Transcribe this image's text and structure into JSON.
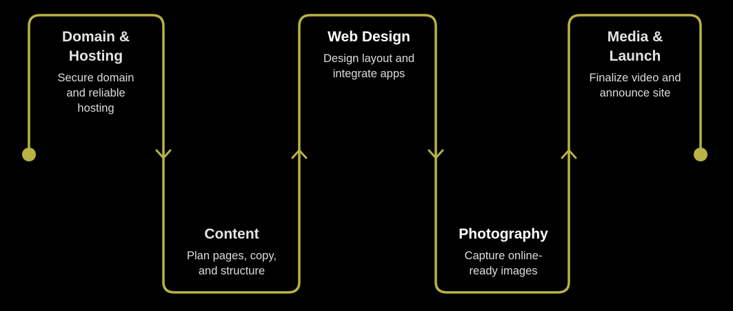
{
  "colors": {
    "path": "#b9b244",
    "background": "#000000",
    "text": "#e4e4e4"
  },
  "steps": [
    {
      "title": "Domain &\nHosting",
      "title_l1": "Domain &",
      "title_l2": "Hosting",
      "desc": [
        "Secure domain",
        "and reliable",
        "hosting"
      ]
    },
    {
      "title_l1": "Content",
      "desc": [
        "Plan pages, copy,",
        "and structure"
      ]
    },
    {
      "title_l1": "Web Design",
      "desc": [
        "Design layout and",
        "integrate apps"
      ]
    },
    {
      "title_l1": "Photography",
      "desc": [
        "Capture online-",
        "ready images"
      ]
    },
    {
      "title_l1": "Media &",
      "title_l2": "Launch",
      "desc": [
        "Finalize video and",
        "announce site"
      ]
    }
  ]
}
